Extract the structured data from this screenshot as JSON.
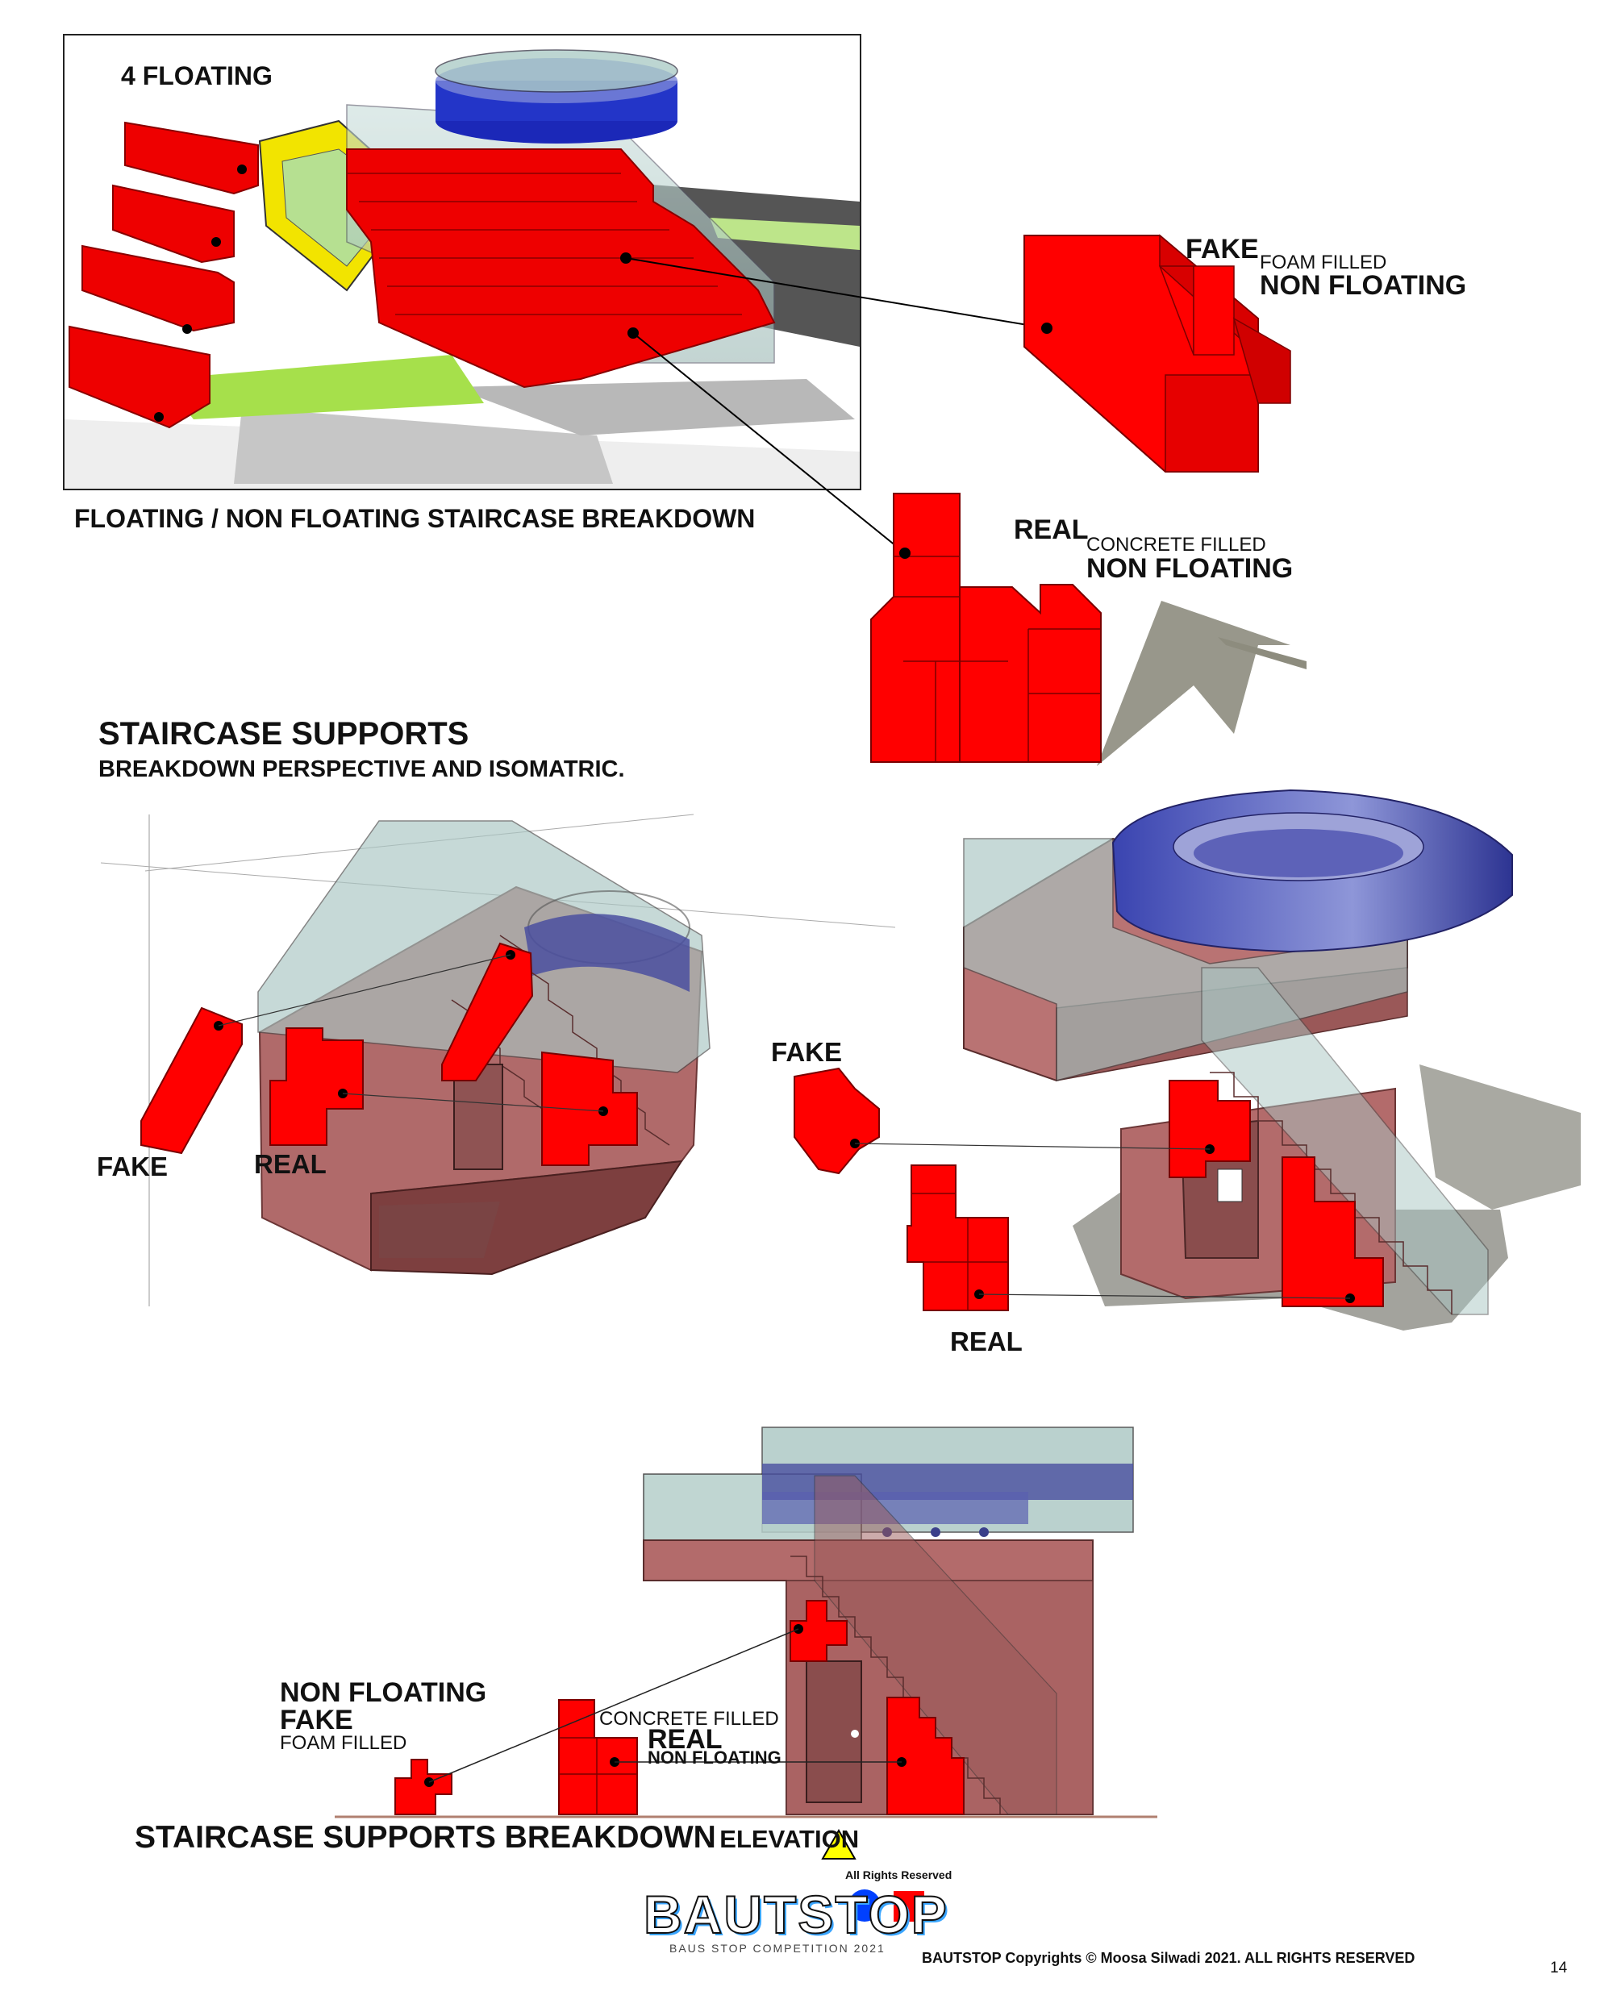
{
  "section1": {
    "floating_count_label": "4 FLOATING",
    "caption": "FLOATING / NON FLOATING STAIRCASE BREAKDOWN",
    "fake_title": "FAKE",
    "fake_sub": "FOAM FILLED",
    "fake_state": "NON FLOATING",
    "real_title": "REAL",
    "real_sub": "CONCRETE FILLED",
    "real_state": "NON FLOATING"
  },
  "section2": {
    "title": "STAIRCASE SUPPORTS",
    "subtitle": "BREAKDOWN PERSPECTIVE AND ISOMATRIC.",
    "left_fake": "FAKE",
    "left_real": "REAL",
    "right_fake": "FAKE",
    "right_real": "REAL"
  },
  "section3": {
    "nf_line1": "NON FLOATING",
    "nf_line2": "FAKE",
    "nf_line3": "FOAM FILLED",
    "cf_line1": "CONCRETE FILLED",
    "cf_line2": "REAL",
    "cf_line3": "NON FLOATING",
    "title_bold": "STAIRCASE SUPPORTS BREAKDOWN",
    "title_suffix": "ELEVATION"
  },
  "footer": {
    "rights_small": "All Rights Reserved",
    "logo_text": "BAUTSTOP",
    "logo_sub": "BAUS STOP COMPETITION 2021",
    "copyright": "BAUTSTOP Copyrights © Moosa Silwadi 2021. ALL RIGHTS RESERVED",
    "page_number": "14"
  },
  "colors": {
    "red": "#ff0000",
    "dark_red": "#c40000",
    "mauve": "#b36b6b",
    "glass": "#a9c6c3",
    "blue": "#2b3ac9",
    "violet": "#5a5fa8",
    "yellow": "#f2e400",
    "lime": "#a9e34b",
    "shadow": "#8a8a80"
  }
}
